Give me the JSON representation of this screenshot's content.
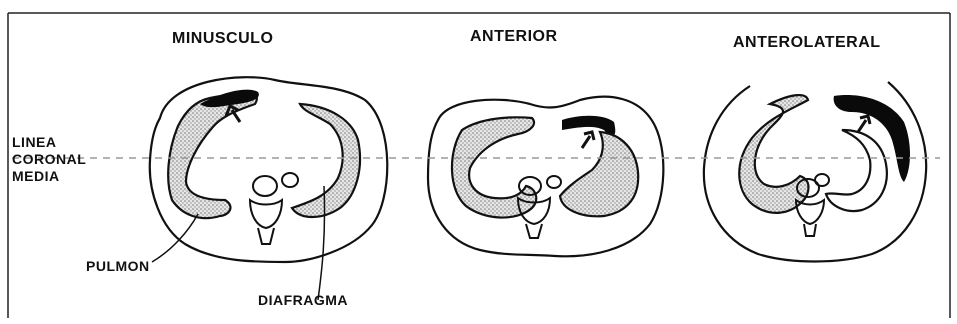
{
  "panels": [
    {
      "title": "MINUSCULO"
    },
    {
      "title": "ANTERIOR"
    },
    {
      "title": "ANTEROLATERAL"
    }
  ],
  "labels": {
    "coronal_line": [
      "LINEA",
      "CORONAL",
      "MEDIA"
    ],
    "lung": "PULMON",
    "diaphragm": "DIAFRAGMA"
  },
  "colors": {
    "ink": "#111111",
    "stipple": "#b9b9b9",
    "fluid": "#0a0a0a",
    "dash": "#9a9a9a"
  }
}
